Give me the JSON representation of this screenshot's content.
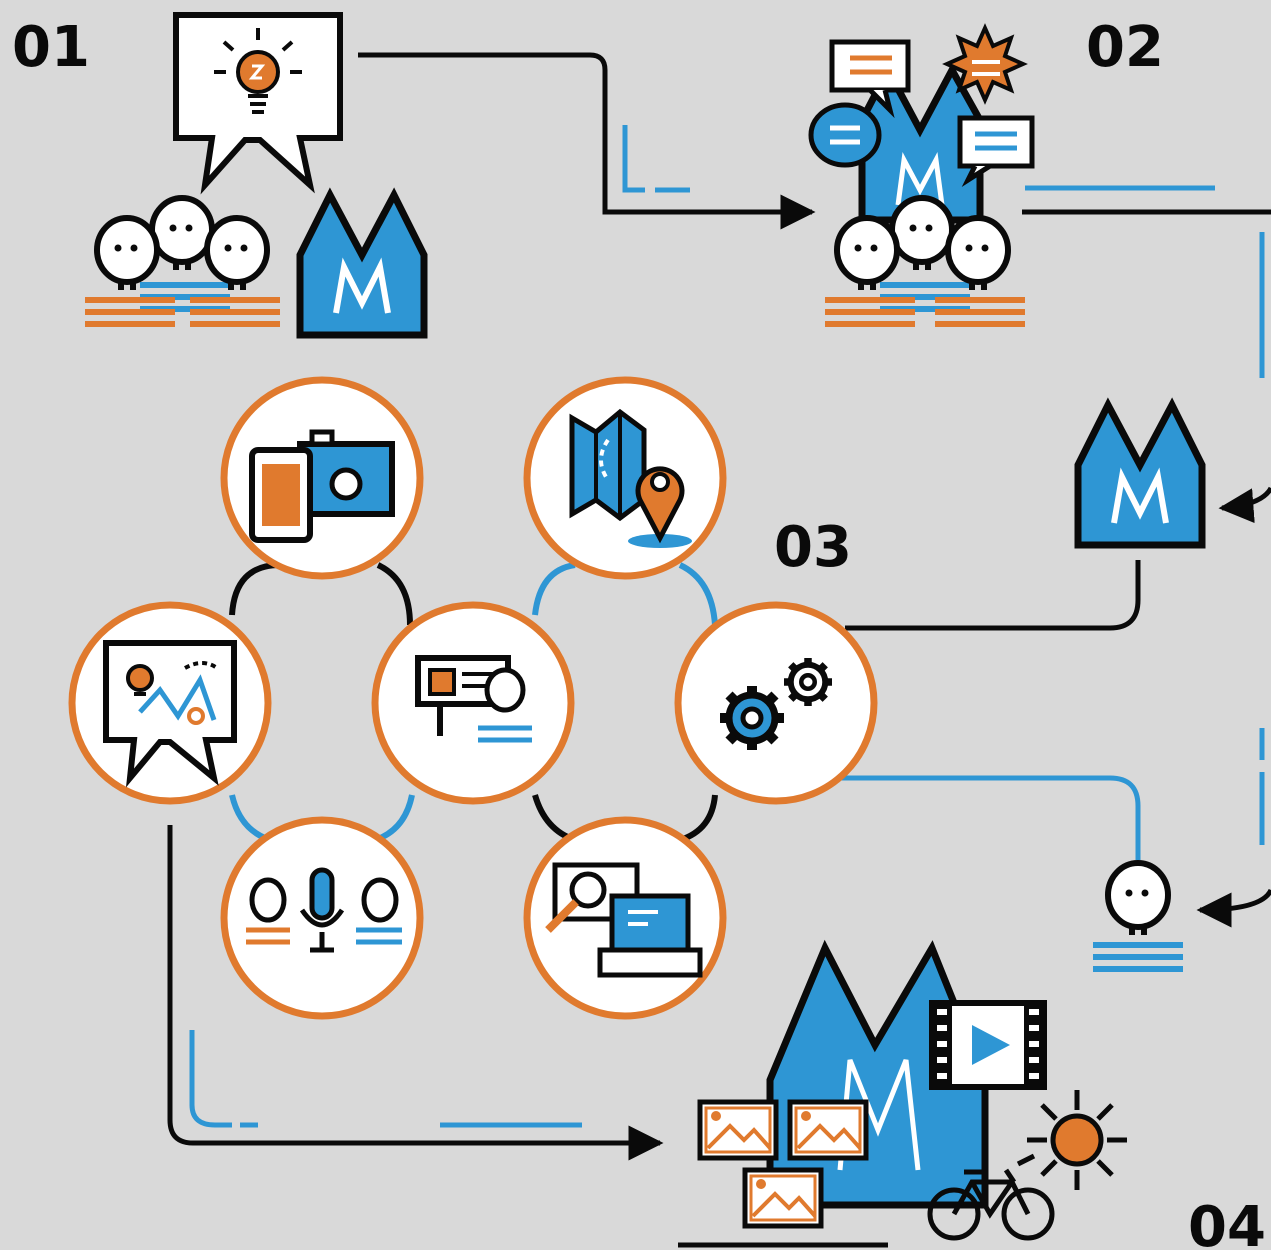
{
  "colors": {
    "background": "#d9d9d9",
    "ink": "#0a0a0a",
    "blue": "#2e96d4",
    "orange": "#e07a2e",
    "white": "#ffffff"
  },
  "steps": [
    {
      "label": "01",
      "icons": [
        "lightbulb-idea-speech-bubble-icon",
        "group-of-people-icon",
        "cathedral-logo-icon"
      ]
    },
    {
      "label": "02",
      "icons": [
        "discussion-speech-bubbles-icon",
        "group-of-people-icon",
        "cathedral-logo-icon"
      ]
    },
    {
      "label": "03",
      "icons": [
        "cathedral-logo-icon",
        "person-icon"
      ]
    },
    {
      "label": "04",
      "icons": [
        "cathedral-logo-icon",
        "image-gallery-icon",
        "video-player-icon",
        "sun-icon",
        "bicycle-icon"
      ]
    }
  ],
  "hub_circles": [
    {
      "id": "camera-phone",
      "icon": "camera-smartphone-icon"
    },
    {
      "id": "map-pin",
      "icon": "map-location-pin-icon"
    },
    {
      "id": "idea-whiteboard",
      "icon": "idea-whiteboard-icon"
    },
    {
      "id": "presentation",
      "icon": "presentation-speaker-icon"
    },
    {
      "id": "gears",
      "icon": "gears-icon"
    },
    {
      "id": "interview",
      "icon": "interview-microphone-icon"
    },
    {
      "id": "research-laptop",
      "icon": "search-laptop-icon"
    }
  ]
}
